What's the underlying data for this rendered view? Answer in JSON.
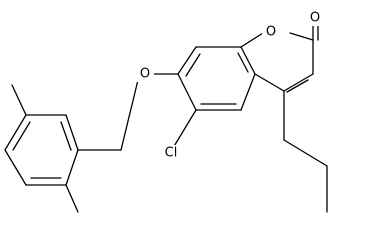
{
  "atoms": {
    "carbonyl_oxygen": "O",
    "ring_oxygen": "O",
    "ether_oxygen": "O",
    "chlorine": "Cl"
  },
  "colors": {
    "bond": "#000000",
    "label": "#000000",
    "background": "#ffffff"
  }
}
